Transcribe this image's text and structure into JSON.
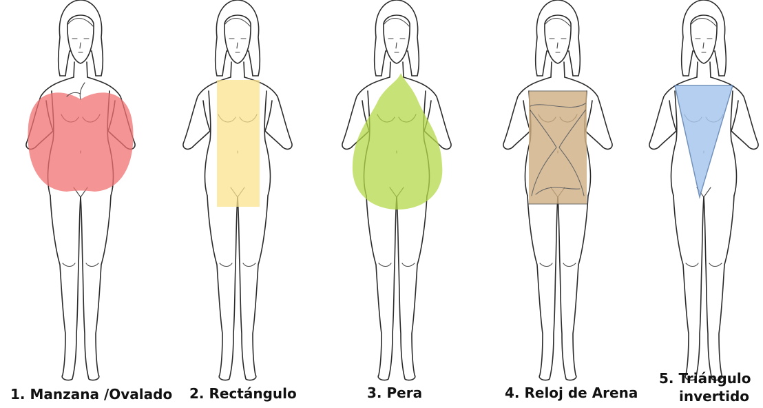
{
  "figures": [
    {
      "label": "1. Manzana /Ovalado",
      "shape": "apple",
      "color": "#f07070"
    },
    {
      "label": "2. Rectángulo",
      "shape": "rectangle",
      "color": "#fbe38e"
    },
    {
      "label": "3. Pera",
      "shape": "pear",
      "color": "#b4d94a"
    },
    {
      "label": "4. Reloj de Arena",
      "shape": "hourglass",
      "color": "#cfae82"
    },
    {
      "label_line1": "5. Triángulo",
      "label_line2": "invertido",
      "shape": "inverted-triangle",
      "color": "#a9c7ef"
    }
  ]
}
